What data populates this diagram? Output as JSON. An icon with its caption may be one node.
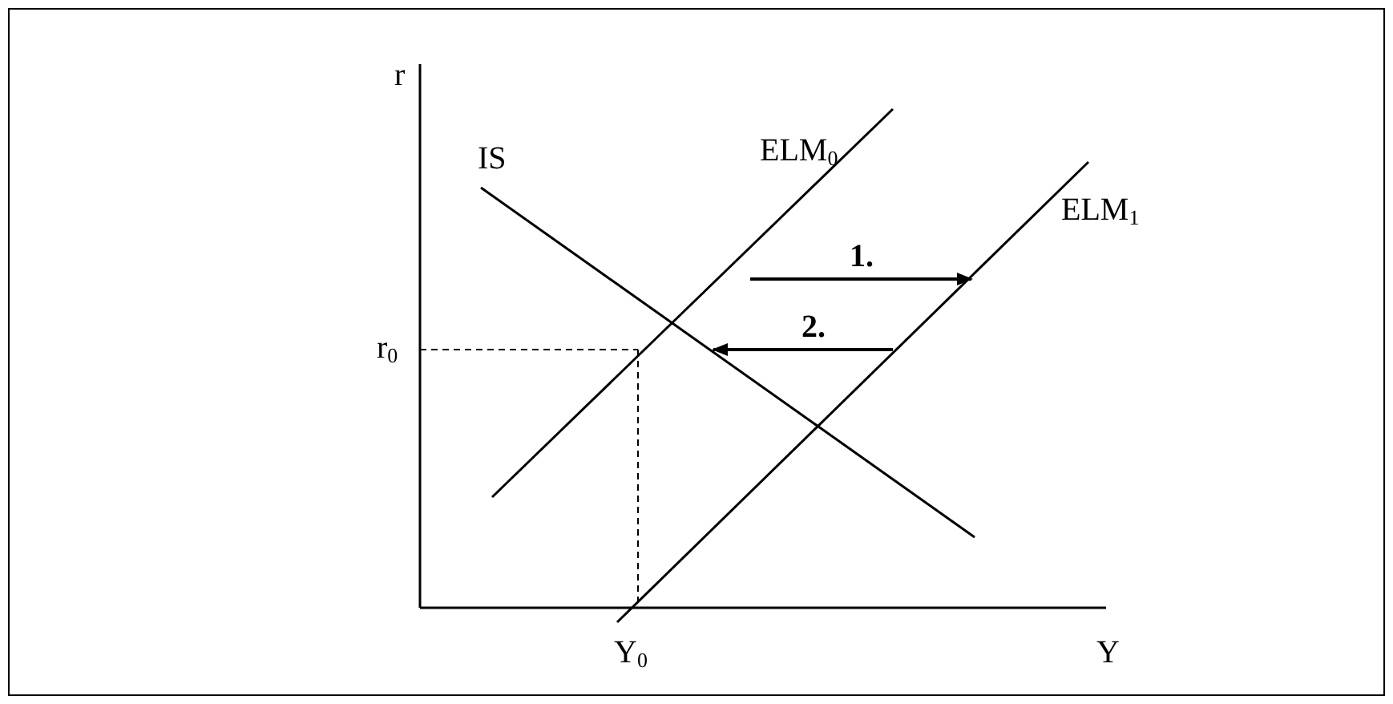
{
  "diagram": {
    "labels": [
      "r",
      "ELM$_{0}$",
      "IS",
      "1.",
      "ELM$_{1}$",
      "r$_{0}$",
      "2.",
      "Y$_{0}$",
      "Y"
    ]
  }
}
